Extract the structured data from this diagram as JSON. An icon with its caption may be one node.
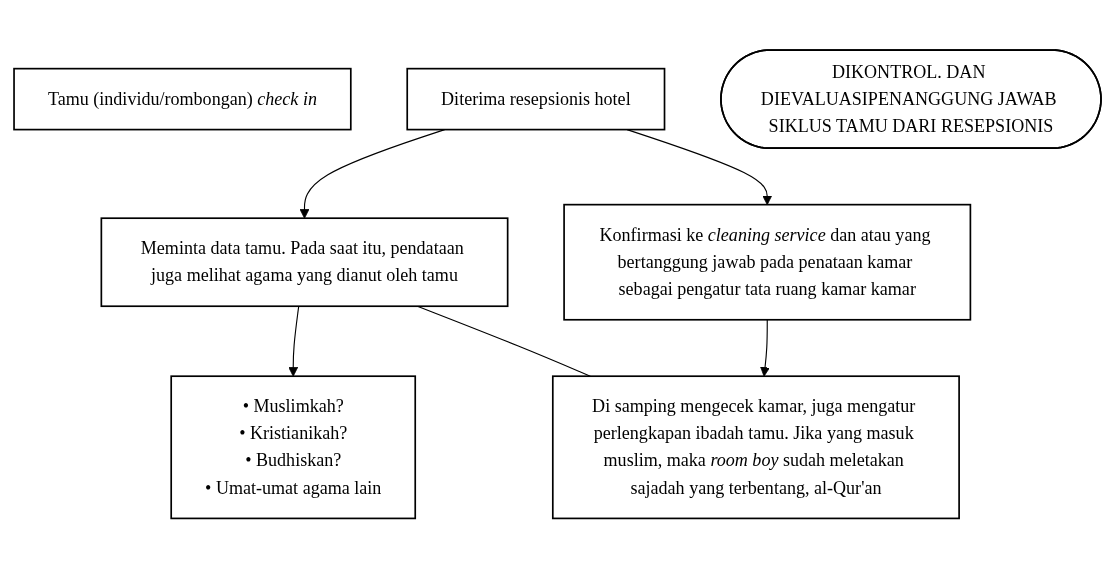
{
  "diagram": {
    "nodes": [
      {
        "text": [
          "Tamu (individu/rombongan) *check in*"
        ]
      },
      {
        "text": [
          "Diterima resepsionis hotel"
        ]
      },
      {
        "text": [
          "Meminta data tamu. Pada saat itu, pendataan juga melihat agama yang dianut oleh tamu"
        ]
      },
      {
        "text": [
          "• Muslimkah?",
          "• Kristianikah?",
          "• Budhiskan?",
          "• Umat-umat agama lain"
        ]
      },
      {
        "text": [
          "DIKONTROL. DAN DIEVALUASIPENANGGUNG JAWAB SIKLUS TAMU DARI RESEPSIONIS"
        ]
      },
      {
        "text": [
          "Konfirmasi ke *cleaning service* dan atau yang bertanggung jawab pada penataan kamar sebagai pengatur tata ruang kamar kamar"
        ]
      },
      {
        "text": [
          "Di samping mengecek kamar, juga mengatur perlengkapan ibadah tamu. Jika yang masuk muslim, maka *room boy* sudah meletakan sajadah yang terbentang, al-Qur'an"
        ]
      }
    ],
    "edges": [
      {
        "from": 1,
        "to": 2,
        "arrow": "to"
      },
      {
        "from": 1,
        "to": 5,
        "arrow": "to"
      },
      {
        "from": 2,
        "to": 3,
        "arrow": "to"
      },
      {
        "from": 5,
        "to": 6,
        "arrow": "to"
      },
      {
        "from": 2,
        "to": 6,
        "arrow": "none"
      }
    ]
  }
}
